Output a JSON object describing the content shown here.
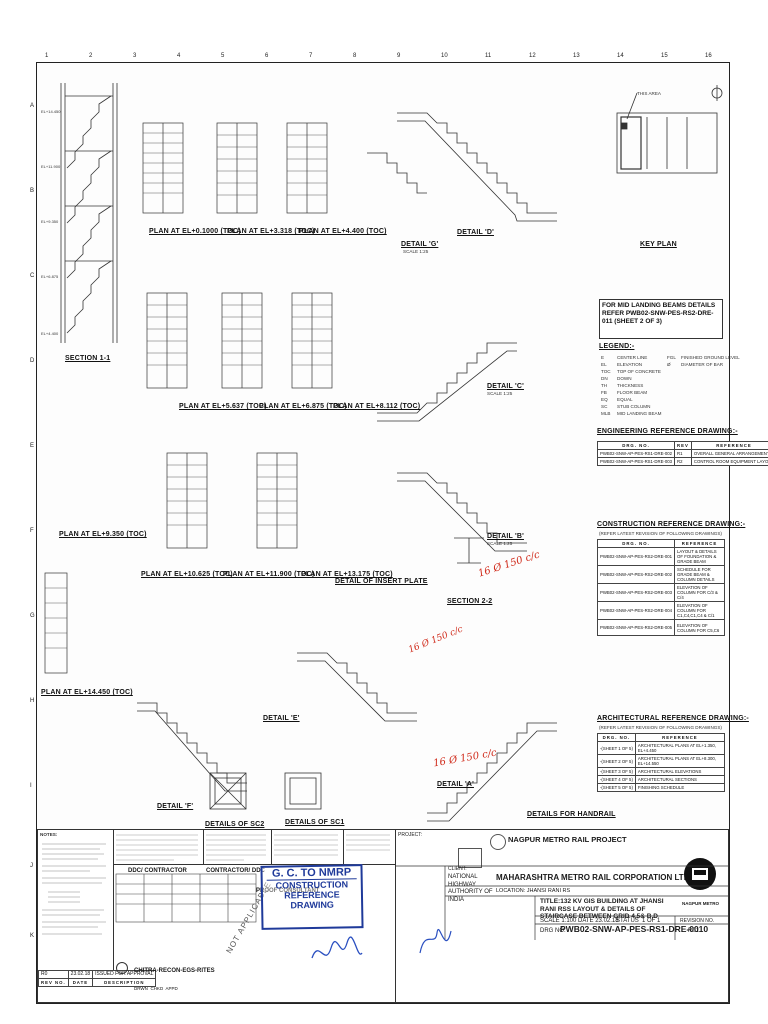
{
  "grid": {
    "columns": [
      "1",
      "2",
      "3",
      "4",
      "5",
      "6",
      "7",
      "8",
      "9",
      "10",
      "11",
      "12",
      "13",
      "14",
      "15",
      "16"
    ],
    "rows": [
      "A",
      "B",
      "C",
      "D",
      "E",
      "F",
      "G",
      "H",
      "I",
      "J",
      "K"
    ]
  },
  "plans": [
    {
      "label": "PLAN AT EL+0.1000 (TOC)"
    },
    {
      "label": "PLAN AT EL+3.318 (TOC)"
    },
    {
      "label": "PLAN AT EL+4.400 (TOC)"
    },
    {
      "label": "PLAN AT EL+5.637 (TOC)"
    },
    {
      "label": "PLAN AT EL+6.875 (TOC)"
    },
    {
      "label": "PLAN AT EL+8.112 (TOC)"
    },
    {
      "label": "PLAN AT EL+9.350 (TOC)"
    },
    {
      "label": "PLAN AT EL+10.625 (TOC)"
    },
    {
      "label": "PLAN AT EL+11.900 (TOC)"
    },
    {
      "label": "PLAN AT EL+13.175 (TOC)"
    },
    {
      "label": "PLAN AT EL+14.450 (TOC)"
    }
  ],
  "sections": {
    "section_1": "SECTION 1-1",
    "section_2": "SECTION 2-2",
    "detail_insert_plate": "DETAIL OF INSERT PLATE"
  },
  "details": {
    "d": "DETAIL 'D'",
    "g": "DETAIL 'G'",
    "c": "DETAIL 'C'",
    "b": "DETAIL 'B'",
    "e": "DETAIL 'E'",
    "f": "DETAIL 'F'",
    "a": "DETAIL 'A'",
    "sc2": "DETAILS OF SC2",
    "sc1": "DETAILS OF SC1",
    "handrail": "DETAILS FOR HANDRAIL",
    "scale": "SCALE 1:25"
  },
  "key_plan": {
    "label": "KEY PLAN",
    "area": "THIS AREA"
  },
  "mid_landing_note": "FOR MID LANDING BEAMS DETAILS REFER PWB02-SNW-PES-RS2-DRE-011 (SHEET 2 OF 3)",
  "legend": {
    "title": "LEGEND:-",
    "items": [
      {
        "code": "E",
        "desc": "CENTER LINE"
      },
      {
        "code": "EL",
        "desc": "ELEVATION"
      },
      {
        "code": "TOC",
        "desc": "TOP OF CONCRETE"
      },
      {
        "code": "DN",
        "desc": "DOWN"
      },
      {
        "code": "TH",
        "desc": "THICKNESS"
      },
      {
        "code": "FB",
        "desc": "FLOOR BEAM"
      },
      {
        "code": "EQ",
        "desc": "EQUAL"
      },
      {
        "code": "SC",
        "desc": "STUB COLUMN"
      },
      {
        "code": "MLB",
        "desc": "MID LANDING BEAM"
      }
    ],
    "items_right": [
      {
        "code": "FGL",
        "desc": "FINISHED GROUND LEVEL"
      },
      {
        "code": "Ø",
        "desc": "DIAMETER OF BAR"
      }
    ]
  },
  "engineering_ref": {
    "title": "ENGINEERING REFERENCE DRAWING:-",
    "headers": [
      "DRG. NO.",
      "REV",
      "REFERENCE"
    ],
    "rows": [
      [
        "PWB02-SNW-AP-PES-RS1-DRE-002",
        "R1",
        "OVERALL GENERAL ARRANGEMENT"
      ],
      [
        "PWB02-SNW-AP-PES-RS1-DRE-003",
        "R2",
        "CONTROL ROOM EQUIPMENT LAYOUT"
      ]
    ]
  },
  "construction_ref": {
    "title": "CONSTRUCTION REFERENCE DRAWING:-",
    "subtitle": "(REFER LATEST REVISION OF FOLLOWING DRAWINGS)",
    "headers": [
      "DRG. NO.",
      "REFERENCE"
    ],
    "rows": [
      [
        "PWB02-SNW-AP-PES-RS2-DRE-001",
        "LAYOUT & DETAILS OF FOUNDATION & GRADE BEAM"
      ],
      [
        "PWB02-SNW-AP-PES-RS2-DRE-002",
        "SCHEDULE FOR GRADE BEAM & COLUMN DETAILS"
      ],
      [
        "PWB02-SNW-AP-PES-RS2-DRE-003",
        "ELEVATION OF COLUMN FOR C/3 & C/4"
      ],
      [
        "PWB02-SNW-AP-PES-RS2-DRE-004",
        "ELEVATION OF COLUMN FOR C1,C4,C1,C4 & C/1"
      ],
      [
        "PWB02-SNW-AP-PES-RS2-DRE-005",
        "ELEVATION OF COLUMN FOR C5,C6"
      ]
    ]
  },
  "architectural_ref": {
    "title": "ARCHITECTURAL REFERENCE DRAWING:-",
    "subtitle": "(REFER LATEST REVISION OF FOLLOWING DRAWINGS)",
    "headers": [
      "DRG. NO.",
      "REFERENCE"
    ],
    "rows": [
      [
        "-(SHEET 1 OF 5)",
        "ARCHITECTURAL PLANS AT EL+1.350, EL+4.450"
      ],
      [
        "-(SHEET 2 OF 5)",
        "ARCHITECTURAL PLANS AT EL+8.300, EL+14.550"
      ],
      [
        "-(SHEET 3 OF 5)",
        "ARCHITECTURAL ELEVATIONS"
      ],
      [
        "-(SHEET 4 OF 5)",
        "ARCHITECTURAL SECTIONS"
      ],
      [
        "-(SHEET 5 OF 5)",
        "FINISHING SCHEDULE"
      ]
    ]
  },
  "title_block": {
    "project_label": "PROJECT:",
    "project": "NAGPUR METRO RAIL PROJECT",
    "client_label": "CLIENT:",
    "client": "NATIONAL HIGHWAY AUTHORITY OF INDIA",
    "owner": "MAHARASHTRA METRO RAIL CORPORATION LTD",
    "location": "LOCATION: JHANSI RANI RS",
    "title": "TITLE:132 KV GIS BUILDING AT JHANSI RANI RSS LAYOUT & DETAILS OF STAIRCASE BETWEEN GRID 4,5& B,D",
    "scale": "SCALE 1:100",
    "date": "DATE 23.02.18",
    "status": "STATUS",
    "sheet": "1 OF 1",
    "drg_no_label": "DRG NO.",
    "drg_no": "PWB02-SNW-AP-PES-RS1-DRE-0010",
    "revision_label": "REVISION NO.",
    "revision": "R01",
    "logo_text": "NAGPUR METRO",
    "ddc": "DDC/ CONTRACTOR",
    "contractor": "CONTRACTOR/ DDC",
    "proof": "PROOF CONSULTANT",
    "ddc_name": "CHITRA-RECON-EGS-RITES",
    "rev_row": [
      "R0",
      "23.02.18",
      "ISSUED FOR APPROVAL"
    ],
    "rev_headers": [
      "REV NO.",
      "DATE",
      "DESCRIPTION",
      "DRWN",
      "CHKD",
      "APPD"
    ],
    "notes_label": "NOTES:"
  },
  "stamp": {
    "line1": "G. C. TO NMRP",
    "line2": "CONSTRUCTION",
    "line3": "REFERENCE",
    "line4": "DRAWING"
  },
  "not_applicable": "NOT APPLICABLE",
  "handwritten": [
    "16 Ø 150 c/c",
    "16 Ø 150 c/c",
    "16 Ø 150 c/c"
  ]
}
